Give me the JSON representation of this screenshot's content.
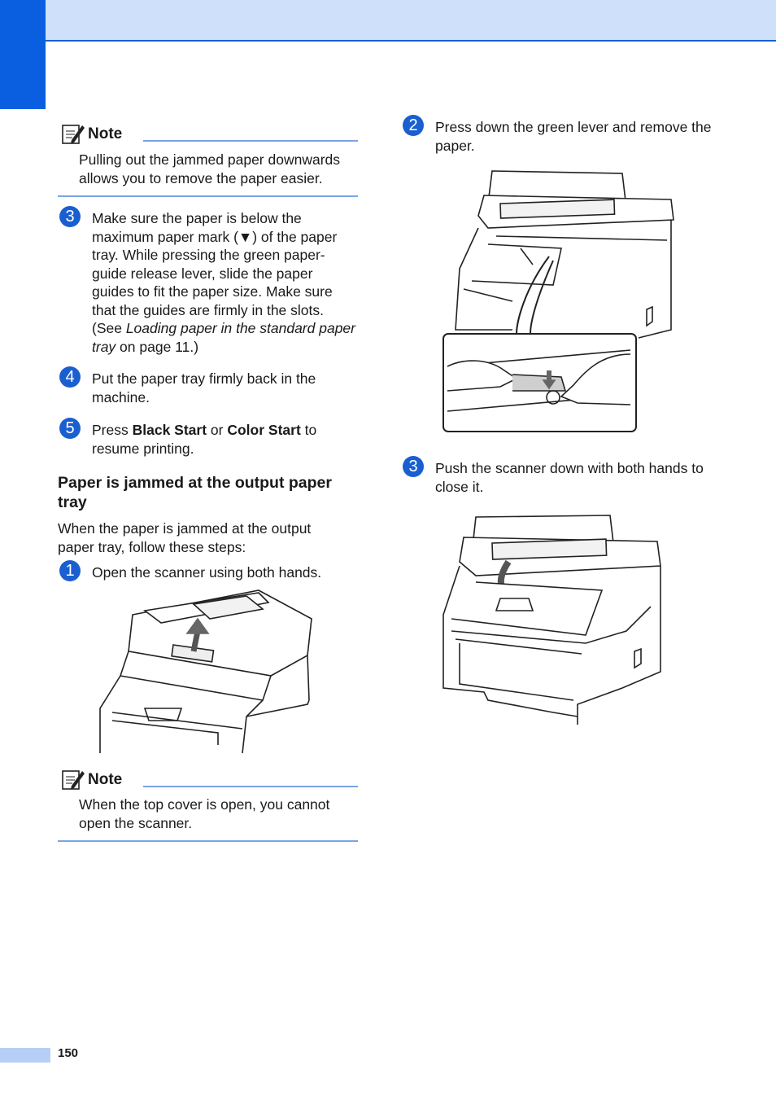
{
  "page": {
    "number": "150"
  },
  "left": {
    "note1": {
      "label": "Note",
      "text": "Pulling out the jammed paper downwards allows you to remove the paper easier."
    },
    "step3": {
      "num": "3",
      "text_a": "Make sure the paper is below the maximum paper mark (▼) of the paper tray. While pressing the green paper-guide release lever, slide the paper guides to fit the paper size. Make sure that the guides are firmly in the slots. (See ",
      "text_italic": "Loading paper in the standard paper tray",
      "text_b": " on page 11.)"
    },
    "step4": {
      "num": "4",
      "text": "Put the paper tray firmly back in the machine."
    },
    "step5": {
      "num": "5",
      "text_a": "Press ",
      "bold1": "Black Start",
      "text_b": " or ",
      "bold2": "Color Start",
      "text_c": " to resume printing."
    },
    "heading": "Paper is jammed at the output paper tray",
    "intro": "When the paper is jammed at the output paper tray, follow these steps:",
    "step1": {
      "num": "1",
      "text": "Open the scanner using both hands."
    },
    "note2": {
      "label": "Note",
      "text": "When the top cover is open, you cannot open the scanner."
    }
  },
  "right": {
    "step2": {
      "num": "2",
      "text": "Press down the green lever and remove the paper."
    },
    "step3": {
      "num": "3",
      "text": "Push the scanner down with both hands to close it."
    }
  },
  "colors": {
    "accent": "#1a5fd0",
    "band": "#cfe0fb",
    "rule": "#7aa3e6"
  },
  "icons": [
    "note-pencil-icon"
  ]
}
